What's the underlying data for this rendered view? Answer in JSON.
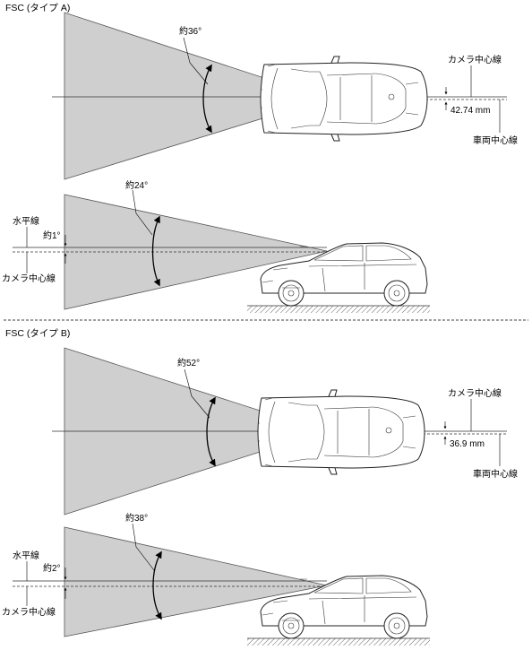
{
  "typeA": {
    "title": "FSC (タイプ A)",
    "horizontal_angle": "約36°",
    "vertical_angle": "約24°",
    "tilt_angle": "約1°",
    "offset": "42.74 mm",
    "camera_center_line": "カメラ中心線",
    "vehicle_center_line": "車両中心線",
    "horizontal_line": "水平線",
    "camera_center_line_side": "カメラ中心線"
  },
  "typeB": {
    "title": "FSC (タイプ B)",
    "horizontal_angle": "約52°",
    "vertical_angle": "約38°",
    "tilt_angle": "約2°",
    "offset": "36.9 mm",
    "camera_center_line": "カメラ中心線",
    "vehicle_center_line": "車両中心線",
    "horizontal_line": "水平線",
    "camera_center_line_side": "カメラ中心線"
  }
}
